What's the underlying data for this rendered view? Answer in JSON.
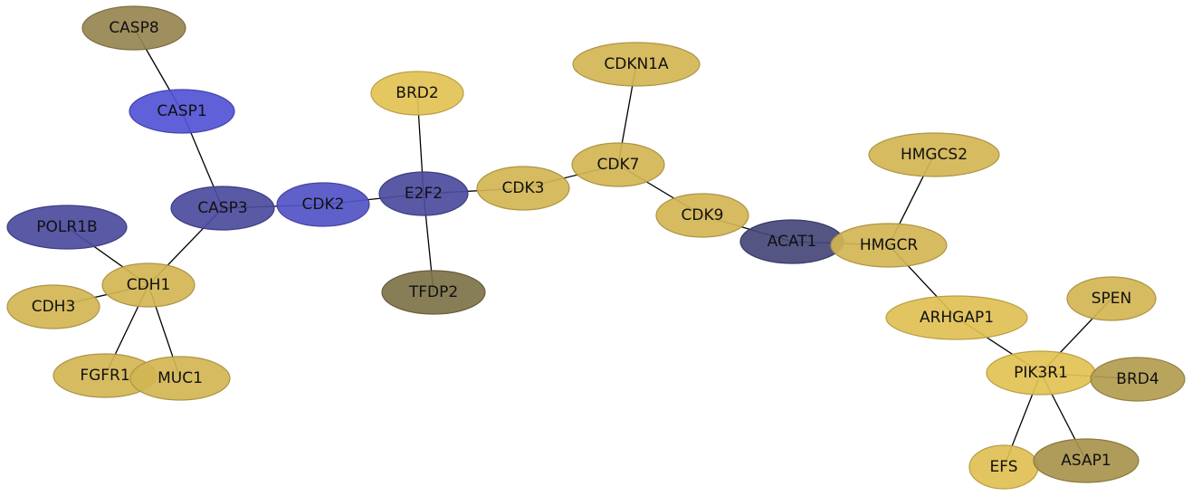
{
  "network": {
    "nodes": [
      {
        "id": "CASP8",
        "label": "CASP8",
        "color": "#978650"
      },
      {
        "id": "CASP1",
        "label": "CASP1",
        "color": "#5353d6"
      },
      {
        "id": "CASP3",
        "label": "CASP3",
        "color": "#4b4b9e"
      },
      {
        "id": "POLR1B",
        "label": "POLR1B",
        "color": "#4b4b9e"
      },
      {
        "id": "CDH1",
        "label": "CDH1",
        "color": "#d3b554"
      },
      {
        "id": "CDH3",
        "label": "CDH3",
        "color": "#d3b554"
      },
      {
        "id": "FGFR1",
        "label": "FGFR1",
        "color": "#d3b554"
      },
      {
        "id": "MUC1",
        "label": "MUC1",
        "color": "#d3b554"
      },
      {
        "id": "CDK2",
        "label": "CDK2",
        "color": "#5353c6"
      },
      {
        "id": "E2F2",
        "label": "E2F2",
        "color": "#4b4b9e"
      },
      {
        "id": "BRD2",
        "label": "BRD2",
        "color": "#e3c254"
      },
      {
        "id": "TFDP2",
        "label": "TFDP2",
        "color": "#7d7249"
      },
      {
        "id": "CDK3",
        "label": "CDK3",
        "color": "#d3b554"
      },
      {
        "id": "CDKN1A",
        "label": "CDKN1A",
        "color": "#d3b554"
      },
      {
        "id": "CDK7",
        "label": "CDK7",
        "color": "#d3b554"
      },
      {
        "id": "CDK9",
        "label": "CDK9",
        "color": "#d3b554"
      },
      {
        "id": "ACAT1",
        "label": "ACAT1",
        "color": "#47477a"
      },
      {
        "id": "HMGCR",
        "label": "HMGCR",
        "color": "#d3b554"
      },
      {
        "id": "HMGCS2",
        "label": "HMGCS2",
        "color": "#d3b554"
      },
      {
        "id": "ARHGAP1",
        "label": "ARHGAP1",
        "color": "#e0c054"
      },
      {
        "id": "PIK3R1",
        "label": "PIK3R1",
        "color": "#e3c254"
      },
      {
        "id": "SPEN",
        "label": "SPEN",
        "color": "#d3b554"
      },
      {
        "id": "BRD4",
        "label": "BRD4",
        "color": "#b39c50"
      },
      {
        "id": "EFS",
        "label": "EFS",
        "color": "#e0c054"
      },
      {
        "id": "ASAP1",
        "label": "ASAP1",
        "color": "#a8944c"
      }
    ],
    "edges": [
      [
        "CASP8",
        "CASP1"
      ],
      [
        "CASP1",
        "CASP3"
      ],
      [
        "CASP3",
        "CDK2"
      ],
      [
        "CASP3",
        "CDH1"
      ],
      [
        "POLR1B",
        "CDH1"
      ],
      [
        "CDH3",
        "CDH1"
      ],
      [
        "CDH1",
        "FGFR1"
      ],
      [
        "CDH1",
        "MUC1"
      ],
      [
        "CDK2",
        "E2F2"
      ],
      [
        "E2F2",
        "BRD2"
      ],
      [
        "E2F2",
        "TFDP2"
      ],
      [
        "E2F2",
        "CDK3"
      ],
      [
        "CDK3",
        "CDK7"
      ],
      [
        "CDK7",
        "CDKN1A"
      ],
      [
        "CDK7",
        "CDK9"
      ],
      [
        "CDK9",
        "ACAT1"
      ],
      [
        "ACAT1",
        "HMGCR"
      ],
      [
        "HMGCR",
        "HMGCS2"
      ],
      [
        "HMGCR",
        "ARHGAP1"
      ],
      [
        "ARHGAP1",
        "PIK3R1"
      ],
      [
        "PIK3R1",
        "SPEN"
      ],
      [
        "PIK3R1",
        "BRD4"
      ],
      [
        "PIK3R1",
        "EFS"
      ],
      [
        "PIK3R1",
        "ASAP1"
      ]
    ]
  }
}
